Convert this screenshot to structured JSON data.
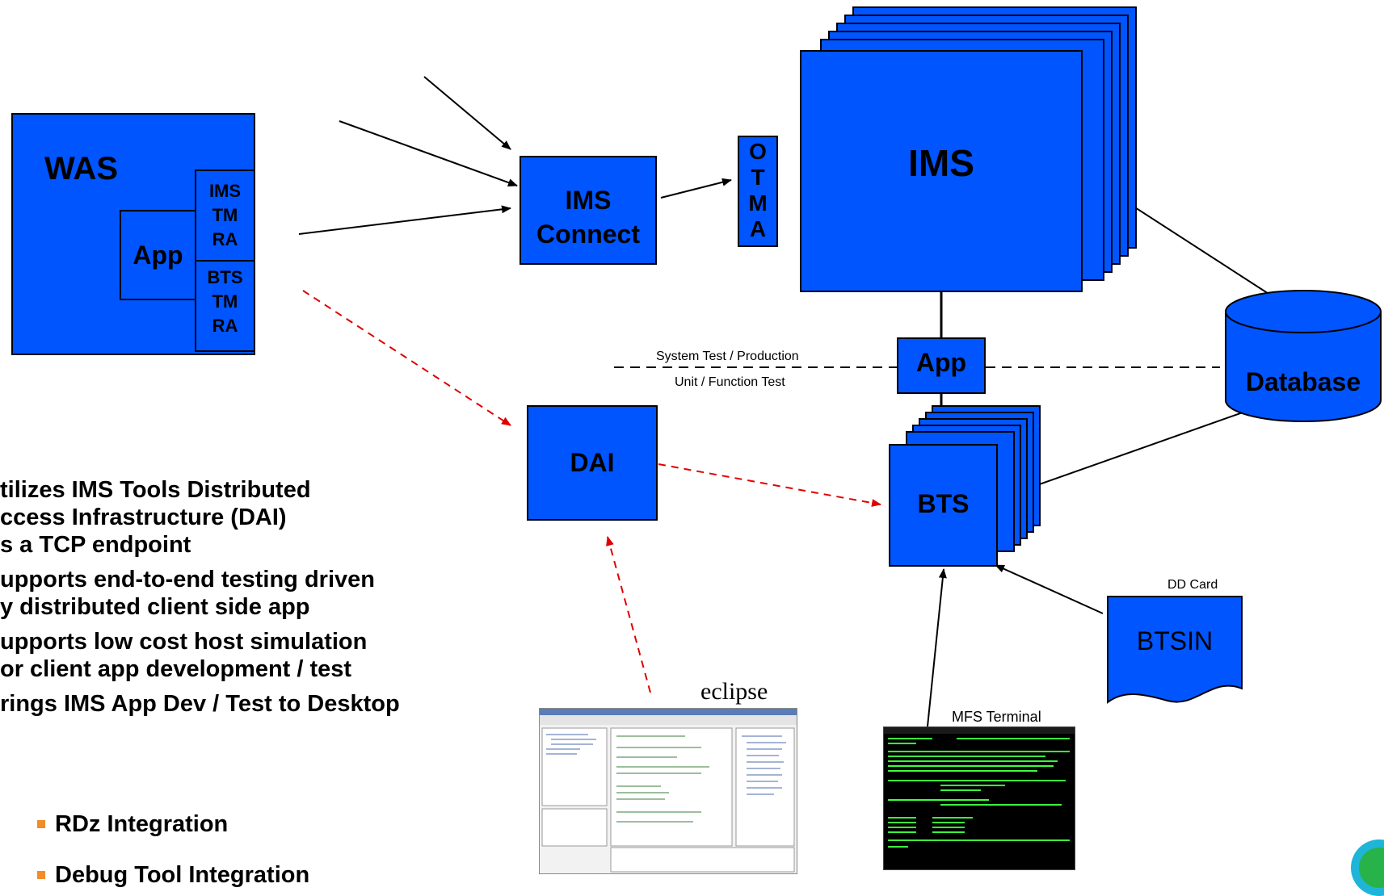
{
  "nodes": {
    "was": "WAS",
    "app_in_was": "App",
    "ims_tm_ra": [
      "IMS",
      "TM",
      "RA"
    ],
    "bts_tm_ra": [
      "BTS",
      "TM",
      "RA"
    ],
    "ims_connect": [
      "IMS",
      "Connect"
    ],
    "otma": [
      "O",
      "T",
      "M",
      "A"
    ],
    "ims": "IMS",
    "app_mid": "App",
    "database": "Database",
    "dai": "DAI",
    "bts": "BTS",
    "btsin": "BTSIN"
  },
  "labels": {
    "system_test": "System Test / Production",
    "unit_test": "Unit / Function Test",
    "dd_card": "DD Card",
    "mfs_terminal": "MFS Terminal",
    "eclipse": "eclipse"
  },
  "bullets": [
    [
      "tilizes IMS Tools Distributed",
      "ccess Infrastructure (DAI)",
      "s a TCP endpoint"
    ],
    [
      "upports end-to-end testing driven",
      "y distributed client side app"
    ],
    [
      "upports low cost host simulation",
      "or client app development / test"
    ],
    [
      "rings IMS App Dev / Test to Desktop"
    ]
  ],
  "sub_bullets": [
    "RDz Integration",
    "Debug Tool Integration"
  ],
  "colors": {
    "box_blue": "#0055ff",
    "dashed_red": "#e00000",
    "terminal_bg": "#000000",
    "terminal_text": "#3cff3c",
    "bullet_orange": "#f28c28"
  }
}
